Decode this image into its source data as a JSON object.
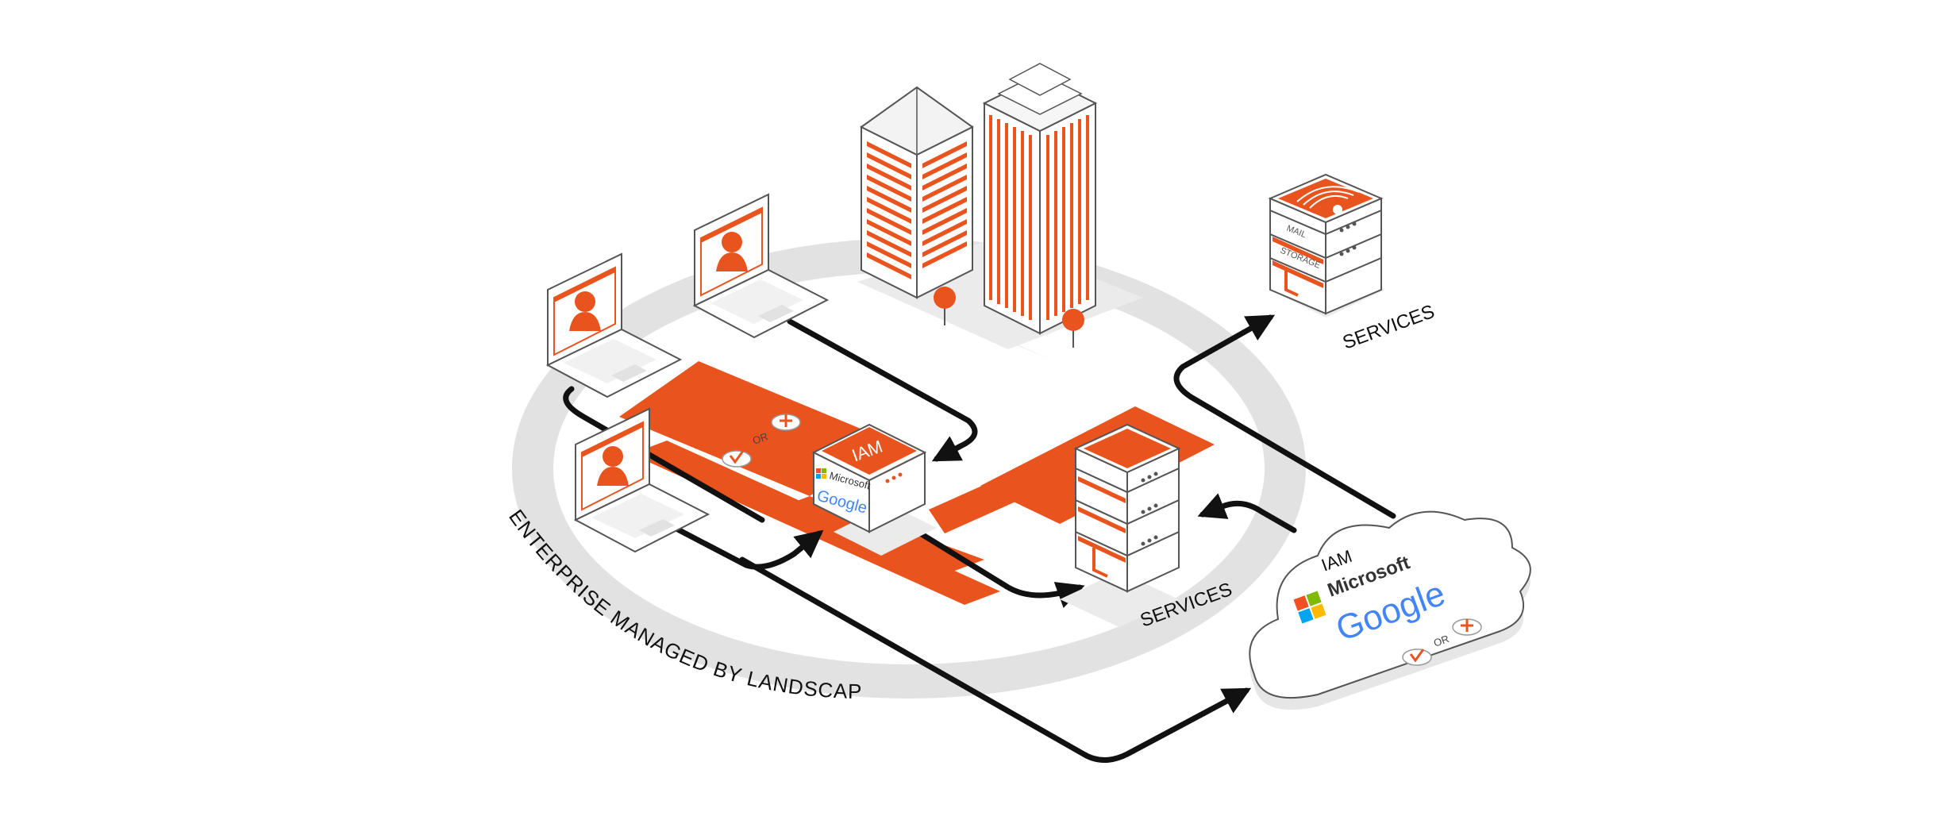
{
  "labels": {
    "iam_box": "IAM",
    "iam_cloud": "IAM",
    "services_center": "SERVICES",
    "services_top": "SERVICES",
    "mail": "MAIL",
    "storage": "STORAGE",
    "or_left": "OR",
    "or_right": "OR",
    "enterprise": "ENTERPRISE MANAGED BY LANDSCAPE"
  },
  "brands": {
    "microsoft": "Microsoft",
    "google": "Google",
    "microsoft_cloud": "Microsoft",
    "google_cloud": "Google"
  },
  "colors": {
    "accent": "#e9541e",
    "ring": "#e2e2e2",
    "line": "#111111",
    "outline": "#555555",
    "shadow": "#ebebeb"
  },
  "icons": [
    "building-icon",
    "laptop-icon",
    "server-icon",
    "cloud-icon",
    "check-icon",
    "cross-icon",
    "wifi-icon",
    "pin-icon"
  ]
}
